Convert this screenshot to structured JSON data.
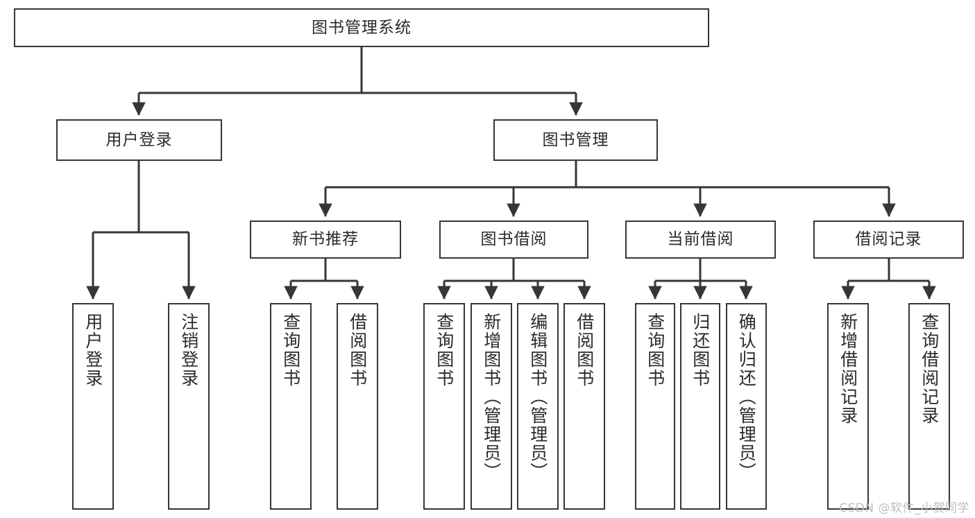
{
  "diagram": {
    "title": "图书管理系统",
    "type": "tree",
    "orientation": "top-down",
    "line_color": "#33363b",
    "box_fill": "#ffffff",
    "text_color": "#2a2a2a",
    "watermark": "CSDN @软件_小贺同学"
  },
  "root": {
    "label": "图书管理系统"
  },
  "level1": [
    {
      "label": "用户登录"
    },
    {
      "label": "图书管理"
    }
  ],
  "level2": [
    {
      "label": "新书推荐"
    },
    {
      "label": "图书借阅"
    },
    {
      "label": "当前借阅"
    },
    {
      "label": "借阅记录"
    }
  ],
  "leaves": {
    "user_login": [
      {
        "label": "用户登录"
      },
      {
        "label": "注销登录"
      }
    ],
    "new_book_recommend": [
      {
        "label": "查询图书"
      },
      {
        "label": "借阅图书"
      }
    ],
    "book_borrow": [
      {
        "label": "查询图书"
      },
      {
        "label": "新增图书（管理员）"
      },
      {
        "label": "编辑图书（管理员）"
      },
      {
        "label": "借阅图书"
      }
    ],
    "current_borrow": [
      {
        "label": "查询图书"
      },
      {
        "label": "归还图书"
      },
      {
        "label": "确认归还（管理员）"
      }
    ],
    "borrow_record": [
      {
        "label": "新增借阅记录"
      },
      {
        "label": "查询借阅记录"
      }
    ]
  }
}
